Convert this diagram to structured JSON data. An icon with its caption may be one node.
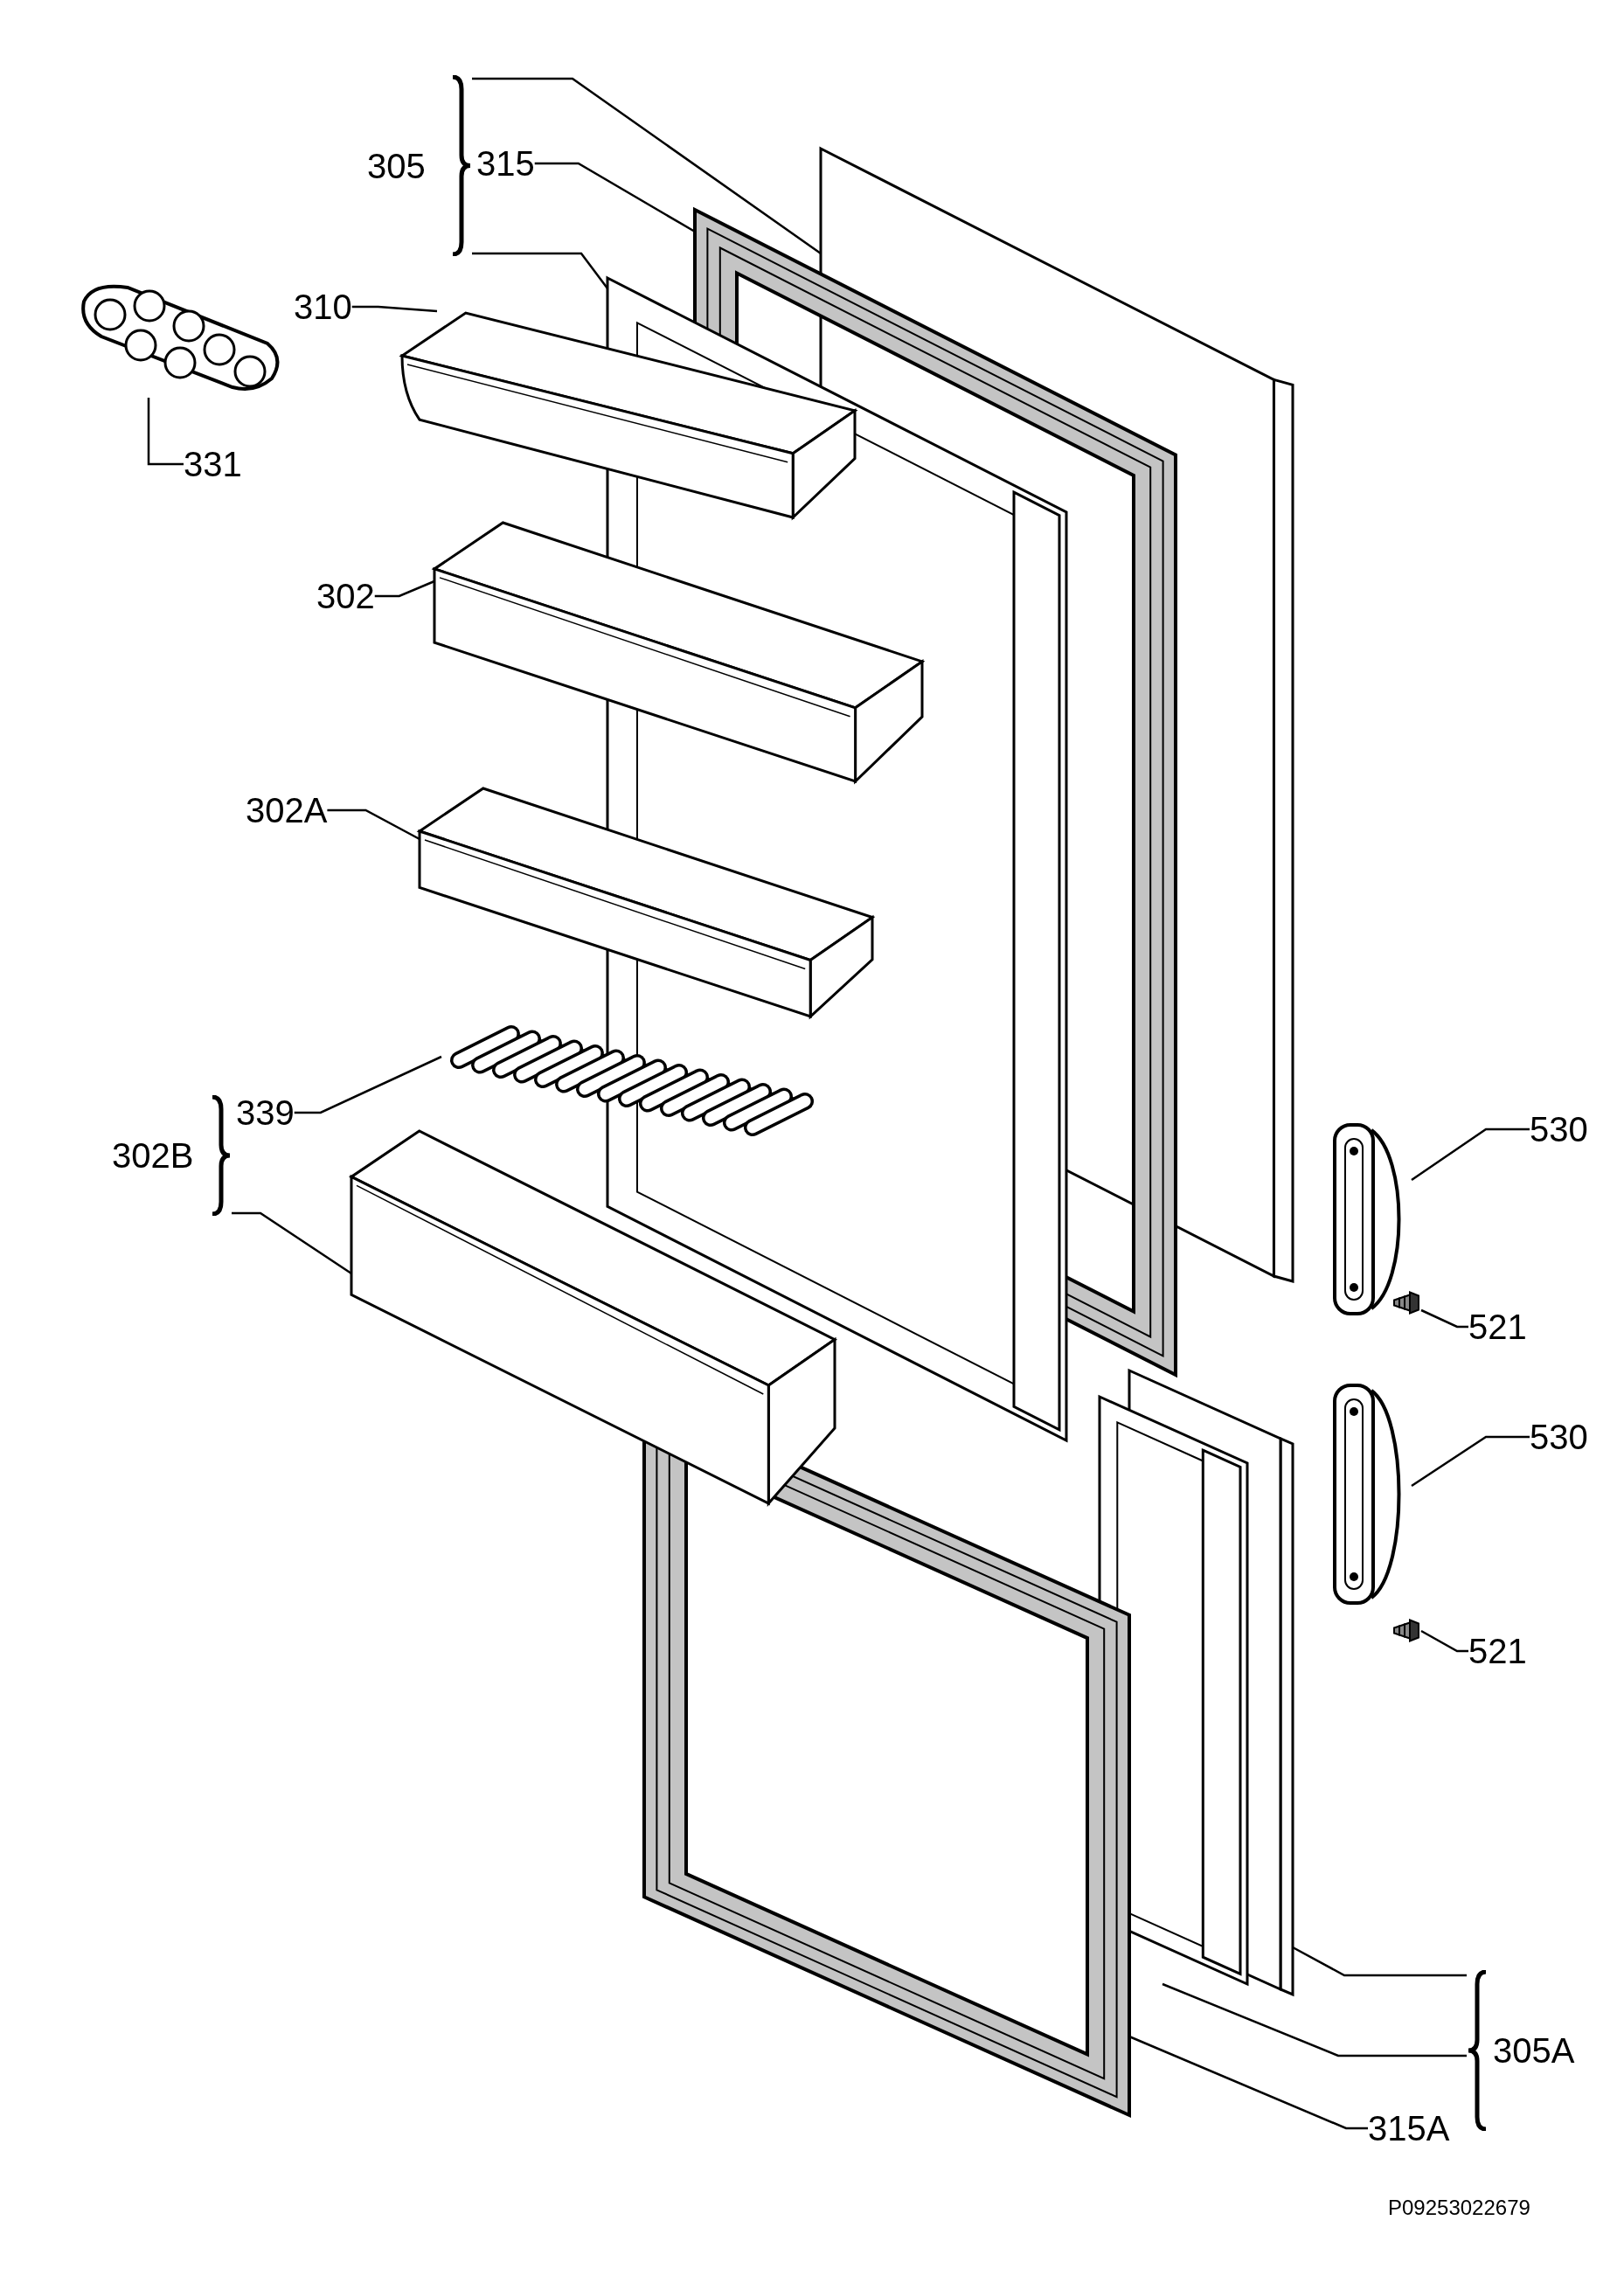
{
  "diagram": {
    "nodes": [
      {
        "text": [
          "305"
        ]
      },
      {
        "text": [
          "315"
        ]
      },
      {
        "text": [
          "310"
        ]
      },
      {
        "text": [
          "331"
        ]
      },
      {
        "text": [
          "302"
        ]
      },
      {
        "text": [
          "302A"
        ]
      },
      {
        "text": [
          "339"
        ]
      },
      {
        "text": [
          "302B"
        ]
      },
      {
        "text": [
          "530"
        ]
      },
      {
        "text": [
          "521"
        ]
      },
      {
        "text": [
          "530"
        ]
      },
      {
        "text": [
          "521"
        ]
      },
      {
        "text": [
          "305A"
        ]
      },
      {
        "text": [
          "315A"
        ]
      },
      {
        "text": [],
        "shape": "picture"
      },
      {
        "text": [],
        "shape": "picture"
      },
      {
        "text": [],
        "shape": "picture"
      },
      {
        "text": [],
        "shape": "picture"
      },
      {
        "text": [],
        "shape": "picture"
      },
      {
        "text": [],
        "shape": "picture"
      },
      {
        "text": [],
        "shape": "picture"
      },
      {
        "text": [],
        "shape": "picture"
      },
      {
        "text": [],
        "shape": "picture"
      },
      {
        "text": [],
        "shape": "picture"
      },
      {
        "text": [],
        "shape": "picture"
      },
      {
        "text": [],
        "shape": "picture"
      },
      {
        "text": [],
        "shape": "picture"
      },
      {
        "text": [],
        "shape": "picture"
      },
      {
        "text": [],
        "shape": "picture"
      },
      {
        "text": [],
        "shape": "picture"
      }
    ],
    "edges": [
      {
        "from": 0,
        "to": 14,
        "arrow": "none"
      },
      {
        "from": 0,
        "to": 16,
        "arrow": "none"
      },
      {
        "from": 1,
        "to": 15,
        "arrow": "none"
      },
      {
        "from": 2,
        "to": 18,
        "arrow": "none"
      },
      {
        "from": 3,
        "to": 17,
        "arrow": "none"
      },
      {
        "from": 4,
        "to": 19,
        "arrow": "none"
      },
      {
        "from": 5,
        "to": 20,
        "arrow": "none"
      },
      {
        "from": 6,
        "to": 21,
        "arrow": "none"
      },
      {
        "from": 7,
        "to": 22,
        "arrow": "none"
      },
      {
        "from": 8,
        "to": 23,
        "arrow": "none"
      },
      {
        "from": 9,
        "to": 24,
        "arrow": "none"
      },
      {
        "from": 10,
        "to": 25,
        "arrow": "none"
      },
      {
        "from": 11,
        "to": 26,
        "arrow": "none"
      },
      {
        "from": 12,
        "to": 27,
        "arrow": "none"
      },
      {
        "from": 12,
        "to": 28,
        "arrow": "none"
      },
      {
        "from": 13,
        "to": 29,
        "arrow": "none"
      }
    ],
    "labels": [
      "P09253022679"
    ]
  }
}
